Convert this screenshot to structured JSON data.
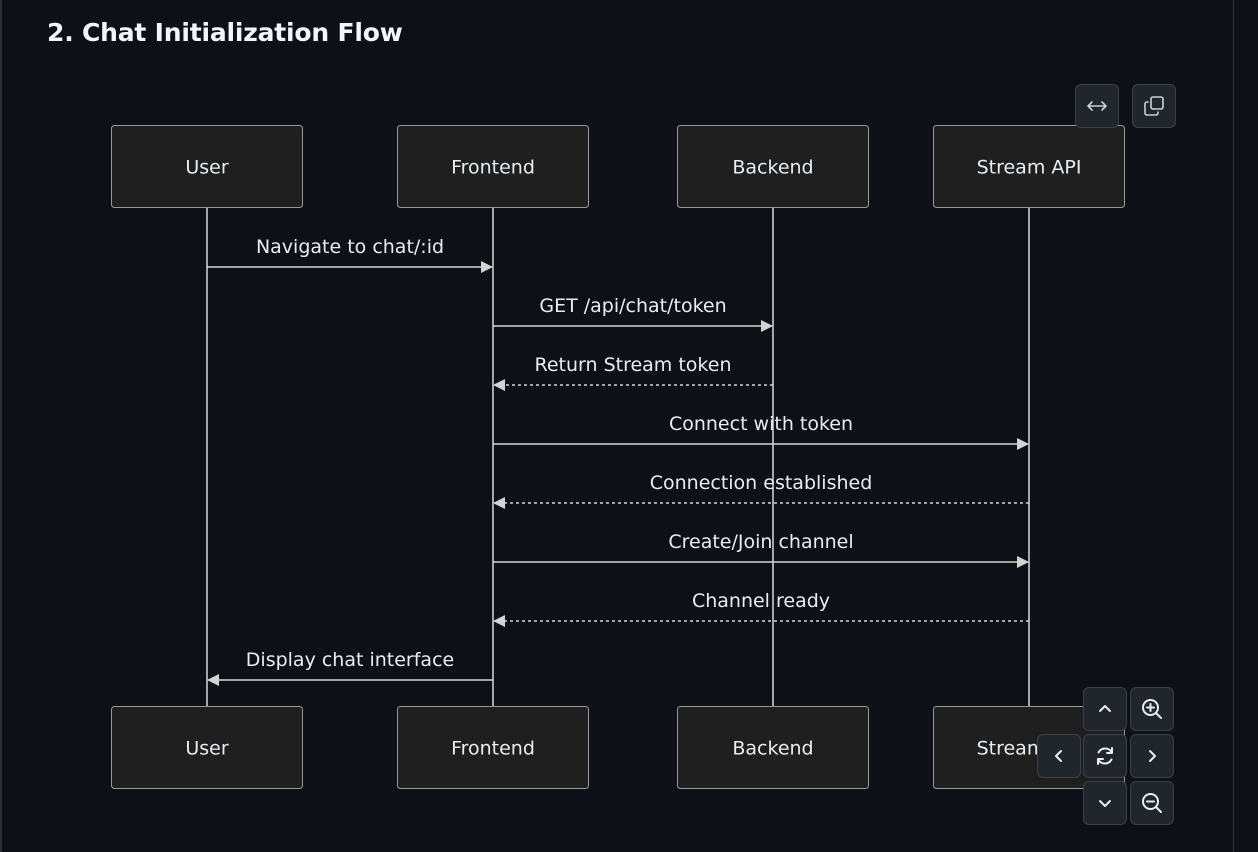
{
  "section": {
    "title": "2. Chat Initialization Flow"
  },
  "diagram": {
    "participants": [
      {
        "id": "user",
        "label": "User"
      },
      {
        "id": "frontend",
        "label": "Frontend"
      },
      {
        "id": "backend",
        "label": "Backend"
      },
      {
        "id": "stream",
        "label": "Stream API"
      }
    ],
    "messages": [
      {
        "from": "user",
        "to": "frontend",
        "label": "Navigate to chat/:id",
        "style": "solid"
      },
      {
        "from": "frontend",
        "to": "backend",
        "label": "GET /api/chat/token",
        "style": "solid"
      },
      {
        "from": "backend",
        "to": "frontend",
        "label": "Return Stream token",
        "style": "dashed"
      },
      {
        "from": "frontend",
        "to": "stream",
        "label": "Connect with token",
        "style": "solid"
      },
      {
        "from": "stream",
        "to": "frontend",
        "label": "Connection established",
        "style": "dashed"
      },
      {
        "from": "frontend",
        "to": "stream",
        "label": "Create/Join channel",
        "style": "solid"
      },
      {
        "from": "stream",
        "to": "frontend",
        "label": "Channel ready",
        "style": "dashed"
      },
      {
        "from": "frontend",
        "to": "user",
        "label": "Display chat interface",
        "style": "solid"
      }
    ]
  },
  "toolbar": {
    "icons": {
      "expand": "expand-horizontal-icon",
      "copy": "copy-icon",
      "pan_up": "chevron-up-icon",
      "pan_left": "chevron-left-icon",
      "pan_right": "chevron-right-icon",
      "pan_down": "chevron-down-icon",
      "zoom_in": "zoom-in-icon",
      "zoom_out": "zoom-out-icon",
      "reset": "reset-icon"
    }
  },
  "colors": {
    "background": "#0d1117",
    "box_fill": "#1f1f1f",
    "line": "#cccccc",
    "text": "#e6edf3"
  }
}
